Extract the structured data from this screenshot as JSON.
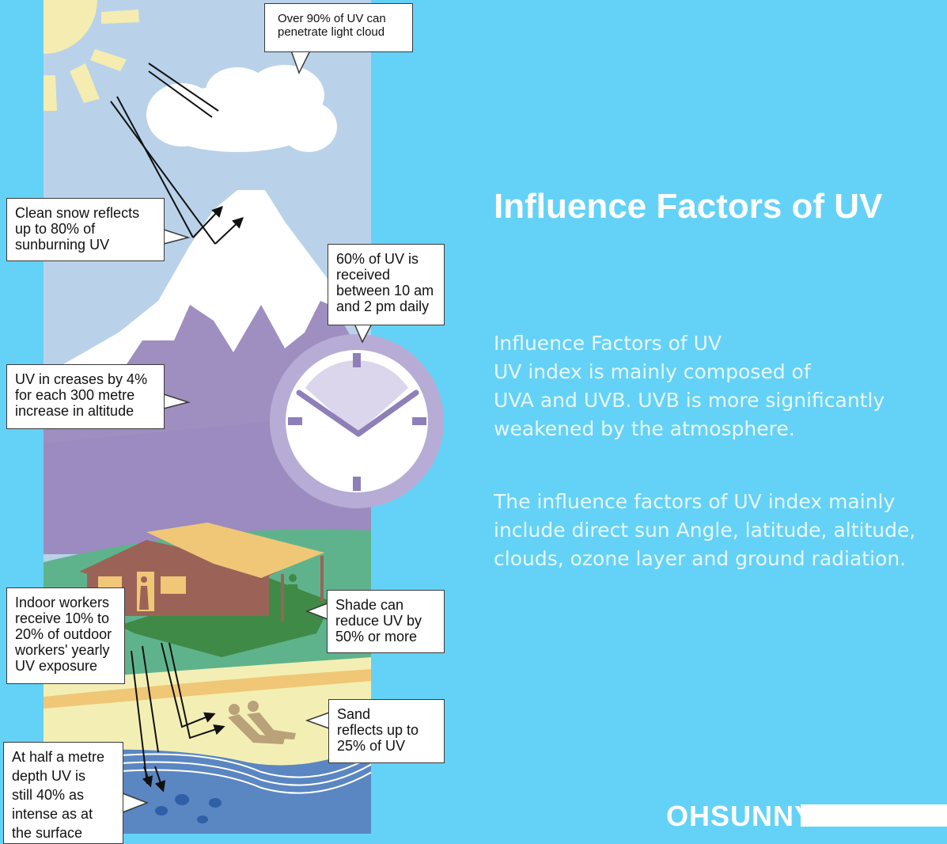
{
  "heading": "Influence Factors of UV",
  "paragraphs": [
    "Influence Factors of UV\nUV index is mainly composed of\nUVA and UVB.  UVB is more significantly\nweakened by the atmosphere.",
    "The influence factors of UV index mainly\ninclude direct sun Angle, latitude, altitude,\nclouds, ozone layer and ground radiation."
  ],
  "callouts": {
    "cloud": "Over 90% of UV can\npenetrate light cloud",
    "snow": "Clean snow reflects\nup to 80% of\nsunburning UV",
    "time": "60% of UV is\nreceived\nbetween 10 am\nand 2 pm daily",
    "altitude": "UV in creases by 4%\nfor each 300 metre\nincrease in altitude",
    "indoor": "Indoor workers\nreceive 10% to\n20% of outdoor\nworkers' yearly\nUV exposure",
    "shade": "Shade can\nreduce UV by\n50% or more",
    "sand": "Sand\nreflects up to\n25% of UV",
    "water": "At half a metre\ndepth UV is\nstill 40% as\nintense as at\nthe surface"
  },
  "brand": "OHSUNNY",
  "colors": {
    "background": "#64d2f6",
    "sky": "#b9d2ea",
    "sun": "#f4ecb0",
    "mountain": "#9f8ec0",
    "snow": "#ffffff",
    "grass": "#5fb38c",
    "roof": "#f0c777",
    "wall": "#9b6357",
    "sand": "#f3efb4",
    "water": "#5a86c2",
    "clock": "#b7acd6"
  }
}
